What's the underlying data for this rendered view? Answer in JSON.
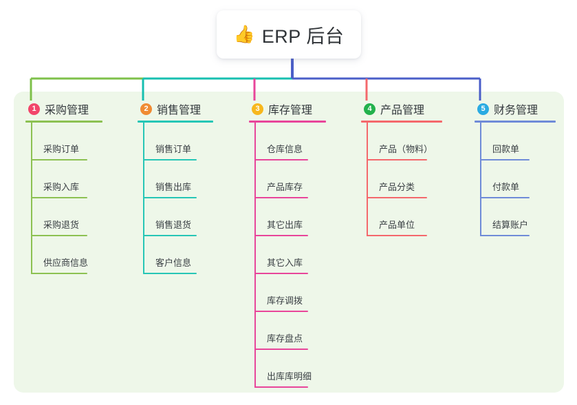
{
  "root": {
    "icon": "thumbs-up-icon",
    "icon_glyph": "👍",
    "title": "ERP 后台"
  },
  "theme": {
    "page_bg": "#ffffff",
    "panel_bg": "#eef7e9",
    "card_bg": "#ffffff",
    "title_color": "#2f3337",
    "bus_green": "#7ec04a",
    "bus_teal": "#17bfb0",
    "bus_blue": "#4a5ec8"
  },
  "columns": [
    {
      "number": "1",
      "title": "采购管理",
      "badge_color": "#f2456a",
      "line_color": "#8cc152",
      "items": [
        "采购订单",
        "采购入库",
        "采购退货",
        "供应商信息"
      ]
    },
    {
      "number": "2",
      "title": "销售管理",
      "badge_color": "#f08b33",
      "line_color": "#26c6b6",
      "items": [
        "销售订单",
        "销售出库",
        "销售退货",
        "客户信息"
      ]
    },
    {
      "number": "3",
      "title": "库存管理",
      "badge_color": "#f7b71d",
      "line_color": "#e8459a",
      "items": [
        "仓库信息",
        "产品库存",
        "其它出库",
        "其它入库",
        "库存调拨",
        "库存盘点",
        "出库库明细"
      ]
    },
    {
      "number": "4",
      "title": "产品管理",
      "badge_color": "#22b14c",
      "line_color": "#f4686c",
      "items": [
        "产品（物料）",
        "产品分类",
        "产品单位"
      ]
    },
    {
      "number": "5",
      "title": "财务管理",
      "badge_color": "#2aabe2",
      "line_color": "#6f8bd8",
      "items": [
        "回款单",
        "付款单",
        "结算账户"
      ]
    }
  ]
}
